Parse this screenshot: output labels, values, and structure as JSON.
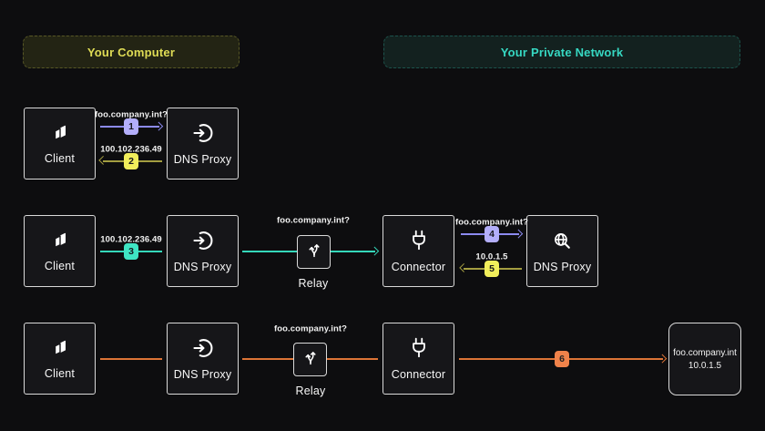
{
  "headers": {
    "computer": "Your Computer",
    "network": "Your Private Network"
  },
  "row1": {
    "client_label": "Client",
    "dns_proxy_label": "DNS Proxy",
    "query": {
      "text": "foo.company.int?",
      "step": "1"
    },
    "answer": {
      "text": "100.102.236.49",
      "step": "2"
    }
  },
  "row2": {
    "client_label": "Client",
    "dns_proxy_label": "DNS Proxy",
    "forward": {
      "text": "100.102.236.49",
      "step": "3"
    },
    "relay_label": "Relay",
    "relay_query": "foo.company.int?",
    "connector_label": "Connector",
    "query": {
      "text": "foo.company.int?",
      "step": "4"
    },
    "answer": {
      "text": "10.0.1.5",
      "step": "5"
    },
    "dns_proxy2_label": "DNS Proxy"
  },
  "row3": {
    "client_label": "Client",
    "dns_proxy_label": "DNS Proxy",
    "relay_label": "Relay",
    "relay_query": "foo.company.int?",
    "connector_label": "Connector",
    "route": {
      "step": "6"
    },
    "destination": {
      "line1": "foo.company.int",
      "line2": "10.0.1.5"
    }
  },
  "colors": {
    "background": "#0d0d0f",
    "node_fill": "#161619",
    "node_border": "#d9d9d9",
    "computer_header_text": "#dfdc55",
    "computer_header_bg": "#232414",
    "network_header_text": "#36d8c2",
    "network_header_bg": "#13211f",
    "step_purple": "#b3aefa",
    "line_purple": "#8c8af0",
    "step_yellow": "#f1ee5b",
    "line_yellow": "#a39d40",
    "step_teal": "#3fe5c4",
    "line_teal": "#35d8ba",
    "step_orange": "#f0824a",
    "line_orange": "#dc7436"
  }
}
